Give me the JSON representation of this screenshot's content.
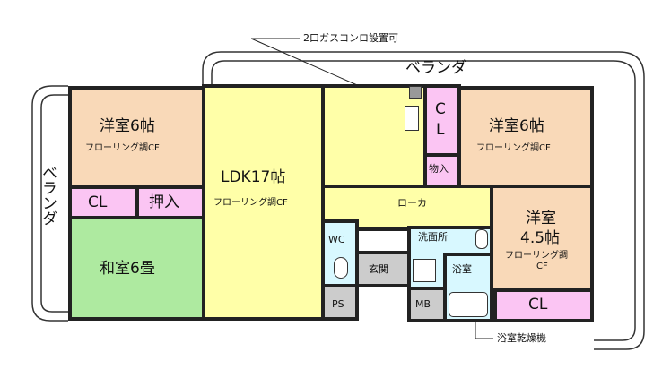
{
  "labels": {
    "gas_stove_note": "2口ガスコンロ設置可",
    "balcony_top": "ベランダ",
    "balcony_left": "ベランダ",
    "room_nw": "洋室6帖",
    "room_nw_floor": "フローリング調CF",
    "room_ne": "洋室6帖",
    "room_ne_floor": "フローリング調CF",
    "ldk": "LDK17帖",
    "ldk_floor": "フローリング調CF",
    "room_e_a": "洋室",
    "room_e_b": "4.5帖",
    "room_e_floor_a": "フローリング調",
    "room_e_floor_b": "CF",
    "washitsu": "和室6畳",
    "cl_left": "CL",
    "oshiire": "押入",
    "cl_top_a": "C",
    "cl_top_b": "L",
    "monoire": "物入",
    "roka": "ローカ",
    "wc": "WC",
    "genkan": "玄関",
    "senmenjo": "洗面所",
    "yokushitsu": "浴室",
    "ps": "PS",
    "mb": "MB",
    "cl_right": "CL",
    "bath_dryer_note": "浴室乾燥機"
  },
  "colors": {
    "wood_floor": "#f9d9b8",
    "ldk_floor": "#ffffa8",
    "closet": "#fbc5f3",
    "tatami": "#aeeaa0",
    "wet_area": "#d8f8ff",
    "utility": "#cccccc",
    "wall": "#222222"
  }
}
